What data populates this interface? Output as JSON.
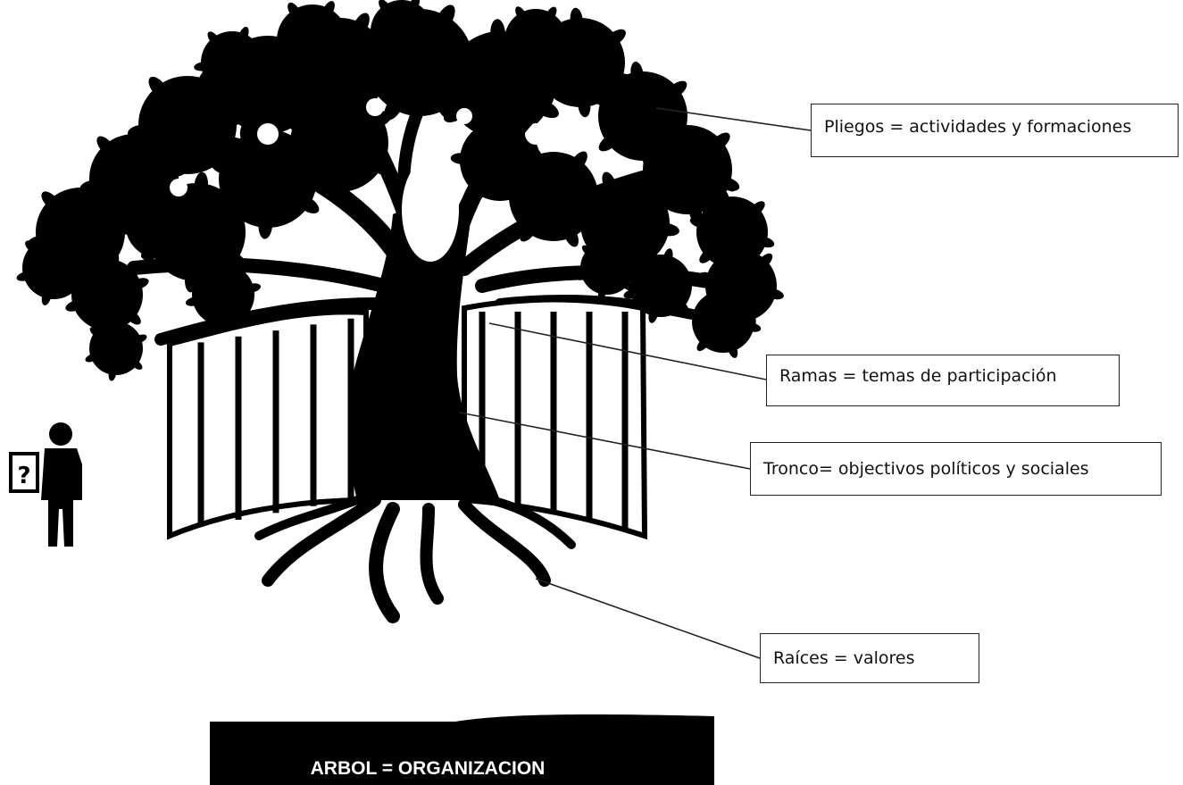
{
  "labels": {
    "pliegos": "Pliegos = actividades y formaciones",
    "ramas": "Ramas = temas de participación",
    "tronco": "Tronco= objectivos políticos y sociales",
    "raices": "Raíces = valores"
  },
  "banner": {
    "text": "ARBOL = ORGANIZACION"
  },
  "person": {
    "sign_symbol": "?"
  },
  "colors": {
    "tree": "#000000",
    "box_border": "#222222",
    "background": "#ffffff",
    "banner_text": "#ffffff"
  }
}
